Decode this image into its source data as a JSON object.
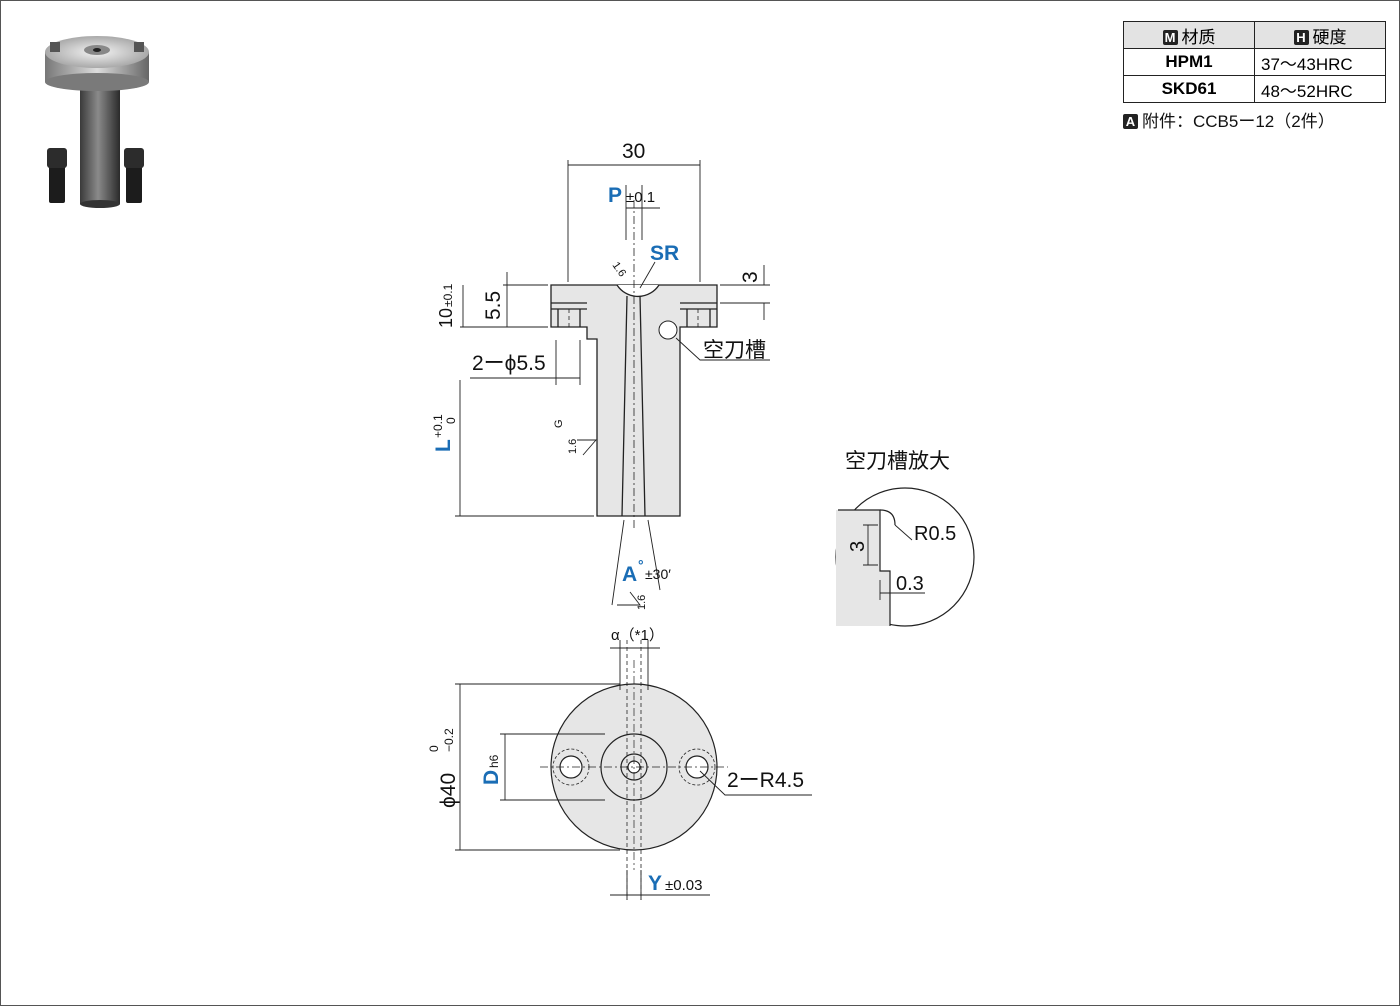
{
  "spec_table": {
    "headers": [
      {
        "badge": "M",
        "label": "材质"
      },
      {
        "badge": "H",
        "label": "硬度"
      }
    ],
    "rows": [
      {
        "material": "HPM1",
        "hardness": "37～43HRC"
      },
      {
        "material": "SKD61",
        "hardness": "48～52HRC"
      }
    ]
  },
  "accessory": {
    "badge": "A",
    "text": "附件：CCB5ー12（2件）"
  },
  "dims": {
    "width": "30",
    "p_sym": "P",
    "p_tol": "±0.1",
    "sr": "SR",
    "roughness_16": "1.6",
    "head_3": "3",
    "depth_55": "5.5",
    "head_10": "10",
    "head_10_tol": "±0.1",
    "hole": "2ーϕ5.5",
    "relief_label": "空刀槽",
    "l_sym": "L",
    "l_tol_upper": "+0.1",
    "l_tol_lower": "0",
    "g_mark": "G",
    "a_sym": "A",
    "a_deg": "°",
    "a_tol": "±30′",
    "alpha": "α（*1）",
    "d_sym": "D",
    "d_fit": "h6",
    "dia40": "ϕ40",
    "dia40_tol_upper": "0",
    "dia40_tol_lower": "−0.2",
    "r45": "2ーR4.5",
    "y_sym": "Y",
    "y_tol": "±0.03"
  },
  "detail": {
    "title": "空刀槽放大",
    "r": "R0.5",
    "h": "3",
    "w": "0.3"
  },
  "colors": {
    "accent": "#1a6db5",
    "table_header": "#e3e3e3",
    "part_fill": "#e6e6e6"
  }
}
